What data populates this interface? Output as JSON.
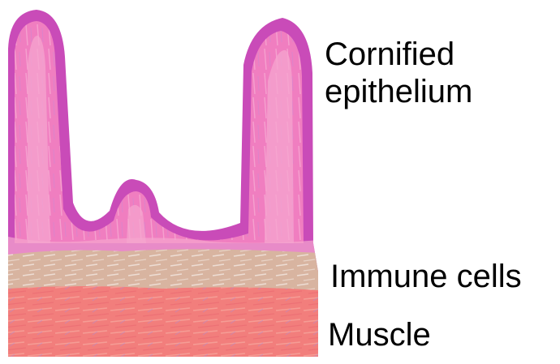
{
  "labels": {
    "cornified_line1": "Cornified",
    "cornified_line2": "epithelium",
    "immune": "Immune cells",
    "muscle": "Muscle"
  },
  "colors": {
    "cornified_layer": "#c94bb8",
    "epithelium": "#f07ec0",
    "epithelium_core": "#f5a6cf",
    "immune_layer": "#d8b4a0",
    "muscle_layer": "#f27e7c",
    "background": "#ffffff",
    "label_text": "#000000"
  }
}
